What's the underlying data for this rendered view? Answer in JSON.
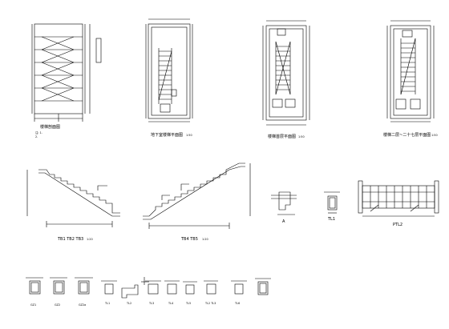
{
  "drawing": {
    "views": [
      {
        "id": "v1",
        "title": "楼梯剖面图",
        "scale": "",
        "notes": [
          "注: 1.",
          "2."
        ]
      },
      {
        "id": "v2",
        "title": "地下室楼梯平面图",
        "scale": "1:50",
        "notes": []
      },
      {
        "id": "v3",
        "title": "楼梯首层平面图",
        "scale": "1:50",
        "notes": []
      },
      {
        "id": "v4",
        "title": "楼梯二层~二十七层平面图",
        "scale": "1:50",
        "notes": []
      },
      {
        "id": "v5",
        "title": "TB1 TB2 TB3",
        "scale": "1:20",
        "notes": []
      },
      {
        "id": "v6",
        "title": "TB4 TB5",
        "scale": "1:20",
        "notes": []
      },
      {
        "id": "v7",
        "title": "A",
        "scale": "",
        "notes": []
      },
      {
        "id": "v8",
        "title": "TL1",
        "scale": "",
        "notes": []
      },
      {
        "id": "v9",
        "title": "PTL2",
        "scale": "",
        "notes": []
      }
    ],
    "sections": [
      {
        "id": "s1",
        "label": "GZ1"
      },
      {
        "id": "s2",
        "label": "GZ2"
      },
      {
        "id": "s3",
        "label": "GZ2a"
      },
      {
        "id": "s4",
        "label": "TL1"
      },
      {
        "id": "s5",
        "label": "TL2"
      },
      {
        "id": "s6",
        "label": "TL3"
      },
      {
        "id": "s7",
        "label": "TL4"
      },
      {
        "id": "s8",
        "label": "TL5"
      },
      {
        "id": "s9",
        "label": "TL2 TL3"
      },
      {
        "id": "s10",
        "label": "TL6"
      }
    ]
  }
}
